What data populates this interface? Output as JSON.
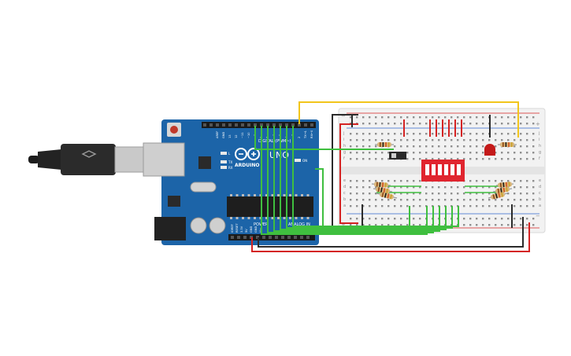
{
  "arduino": {
    "brand": "ARDUINO",
    "model": "UNO",
    "digital_label": "DIGITAL (PWM~)",
    "power_label": "POWER",
    "analog_label": "ANALOG IN",
    "led_on": "ON",
    "led_l": "L",
    "led_tx": "TX",
    "led_rx": "RX",
    "top_pins": [
      "AREF",
      "GND",
      "13",
      "12",
      "~11",
      "~10",
      "~9",
      "8",
      "7",
      "~6",
      "~5",
      "4",
      "~3",
      "2",
      "TX→1",
      "RX←0"
    ],
    "power_pins": [
      "IOREF",
      "RESET",
      "3.3V",
      "5V",
      "GND",
      "GND",
      "Vin"
    ],
    "analog_pins": [
      "A0",
      "A1",
      "A2",
      "A3",
      "A4",
      "A5"
    ]
  },
  "breadboard": {
    "row_letters_top": [
      "j",
      "i",
      "h",
      "g",
      "f"
    ],
    "row_letters_bottom": [
      "e",
      "d",
      "c",
      "b",
      "a"
    ],
    "rail_minus": "−",
    "rail_plus": "+"
  },
  "colors": {
    "board": "#1c64a8",
    "board_dark": "#15528a",
    "wire_green": "#3fbf3f",
    "wire_red": "#d42323",
    "wire_black": "#2b2b2b",
    "wire_yellow": "#f2c51b",
    "dip_switch": "#e0252f",
    "led": "#c41a1a"
  }
}
